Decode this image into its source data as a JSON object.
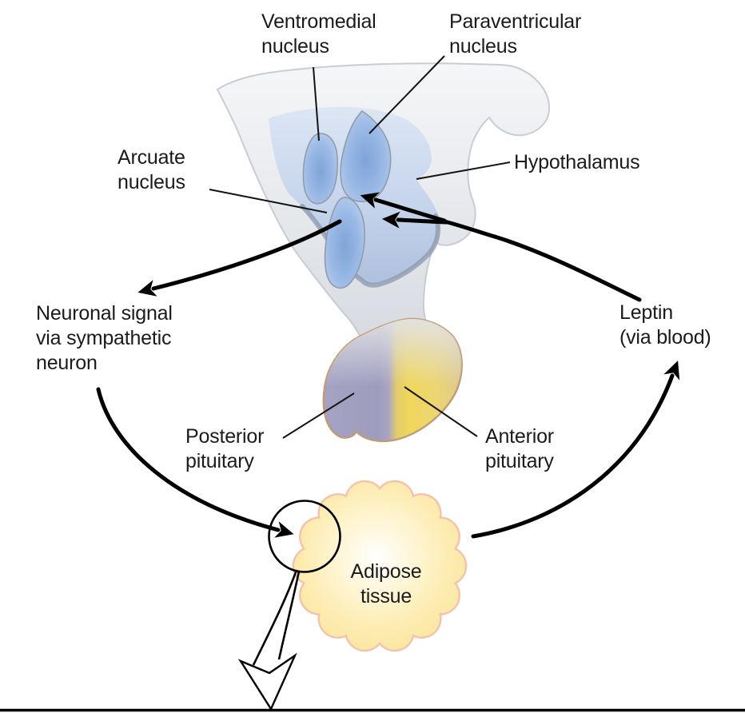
{
  "figure": {
    "labels": {
      "ventromedial_nucleus": "Ventromedial\nnucleus",
      "paraventricular_nucleus": "Paraventricular\nnucleus",
      "hypothalamus": "Hypothalamus",
      "arcuate_nucleus": "Arcuate\nnucleus",
      "neuronal_signal": "Neuronal signal\nvia sympathetic\nneuron",
      "leptin": "Leptin\n(via blood)",
      "posterior_pituitary": "Posterior\npituitary",
      "anterior_pituitary": "Anterior\npituitary",
      "adipose_tissue": "Adipose\ntissue"
    },
    "colors": {
      "brain_gray": "#e9ebee",
      "hypothalamus_blue": "#c3d2ea",
      "nucleus_blue": "#8fb2e2",
      "posterior_pituitary_purple": "#a09ec0",
      "anterior_pituitary_yellow": "#f0d75c",
      "pituitary_border_tan": "#c19a75",
      "adipose_yellow": "#fdedb4",
      "adipose_border_pink": "#f5c3ab",
      "arrow_black": "#000000",
      "text_color": "#1b1b1b"
    }
  }
}
